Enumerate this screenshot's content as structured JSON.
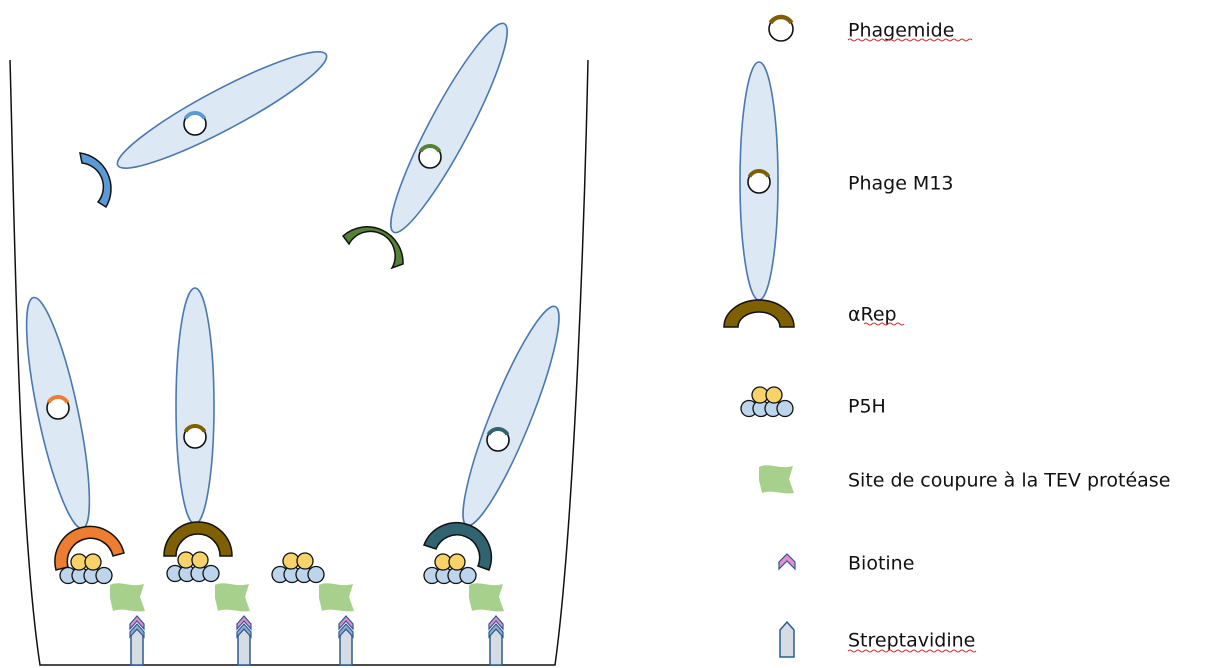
{
  "legend": {
    "phagemide": "Phagemide",
    "phage": "Phage M13",
    "arep": "αRep",
    "p5h": "P5H",
    "tev": "Site de coupure à la TEV protéase",
    "biotine": "Biotine",
    "streptavidine": "Streptavidine"
  },
  "colors": {
    "phage_fill": "#dde8f5",
    "phage_stroke": "#4a78b0",
    "arep_brown": "#7f6000",
    "arep_orange": "#ed7d31",
    "arep_teal": "#2f6470",
    "arep_blue": "#5b9bd5",
    "arep_green": "#548235",
    "p5h_yellow": "#f7d36a",
    "p5h_blue": "#bcd5ec",
    "tev_green": "#a8d08d",
    "biotine_pink": "#e58cd3",
    "streptavidine_grey": "#d6dce4"
  }
}
